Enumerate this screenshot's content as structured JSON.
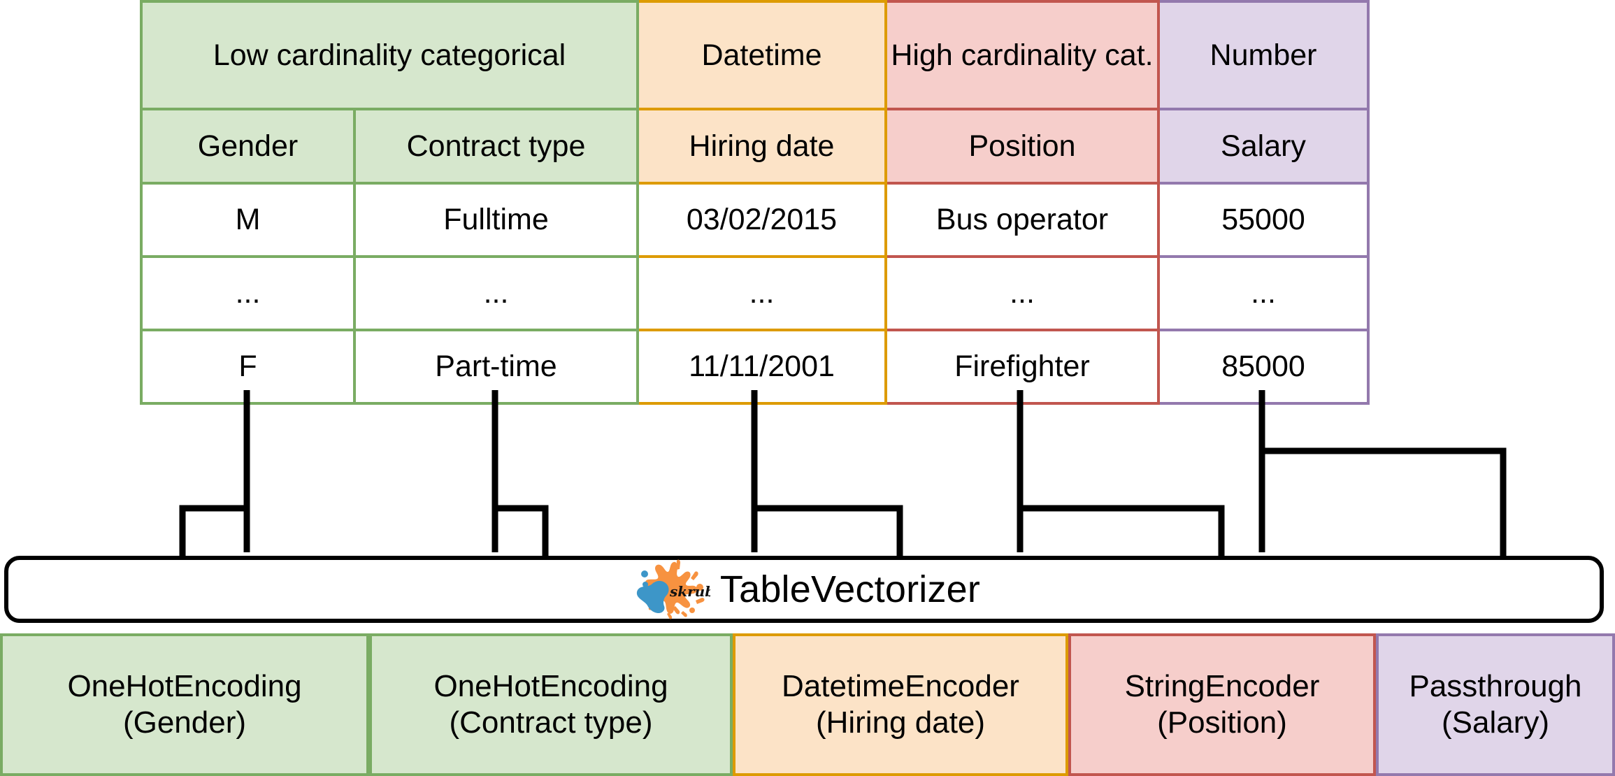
{
  "diagram": {
    "title": "skrub TableVectorizer column-type dispatch diagram",
    "colors": {
      "green_fill": "#d6e7cd",
      "green_border": "#7aac63",
      "orange_fill": "#fce3c7",
      "orange_border": "#dd9b02",
      "red_fill": "#f6cecb",
      "red_border": "#c1564f",
      "purple_fill": "#e0d5e9",
      "purple_border": "#9379ad",
      "connector": "#000000",
      "logo_blue": "#3d96c8",
      "logo_orange": "#f79240"
    }
  },
  "table": {
    "group_headers": [
      {
        "label": "Low cardinality categorical",
        "span": 2,
        "theme": "green"
      },
      {
        "label": "Datetime",
        "span": 1,
        "theme": "orange"
      },
      {
        "label": "High cardinality cat.",
        "span": 1,
        "theme": "red"
      },
      {
        "label": "Number",
        "span": 1,
        "theme": "purple"
      }
    ],
    "columns": [
      {
        "name": "Gender",
        "theme": "green"
      },
      {
        "name": "Contract type",
        "theme": "green"
      },
      {
        "name": "Hiring date",
        "theme": "orange"
      },
      {
        "name": "Position",
        "theme": "red"
      },
      {
        "name": "Salary",
        "theme": "purple"
      }
    ],
    "rows": [
      [
        "M",
        "Fulltime",
        "03/02/2015",
        "Bus operator",
        "55000"
      ],
      [
        "...",
        "...",
        "...",
        "...",
        "..."
      ],
      [
        "F",
        "Part-time",
        "11/11/2001",
        "Firefighter",
        "85000"
      ]
    ]
  },
  "vectorizer": {
    "label": "TableVectorizer",
    "logo_text": "skrub"
  },
  "encoders": [
    {
      "name": "OneHotEncoding",
      "column": "(Gender)",
      "theme": "green"
    },
    {
      "name": "OneHotEncoding",
      "column": "(Contract type)",
      "theme": "green"
    },
    {
      "name": "DatetimeEncoder",
      "column": "(Hiring date)",
      "theme": "orange"
    },
    {
      "name": "StringEncoder",
      "column": "(Position)",
      "theme": "red"
    },
    {
      "name": "Passthrough",
      "column": "(Salary)",
      "theme": "purple"
    }
  ]
}
